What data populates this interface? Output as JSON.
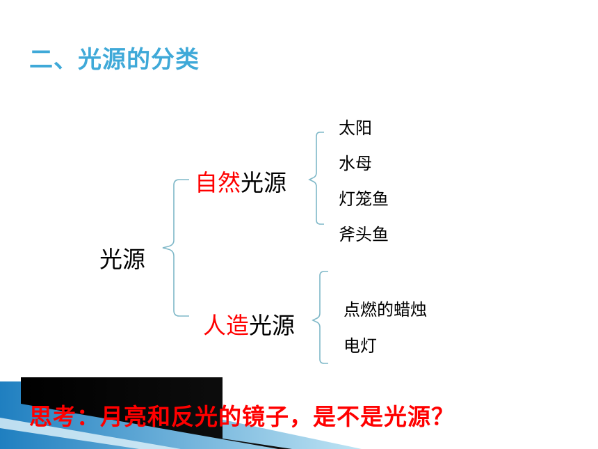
{
  "title": "二、光源的分类",
  "root": "光源",
  "natural": {
    "prefix": "自然",
    "suffix": "光源",
    "items": [
      "太阳",
      "水母",
      "灯笼鱼",
      "斧头鱼"
    ]
  },
  "artificial": {
    "prefix": "人造",
    "suffix": "光源",
    "items": [
      "点燃的蜡烛",
      "电灯"
    ]
  },
  "question": "思考：月亮和反光的镜子，是不是光源？",
  "colors": {
    "title": "#3fa9d8",
    "highlight": "#ff0000",
    "bracket": "#7fb8c8"
  }
}
